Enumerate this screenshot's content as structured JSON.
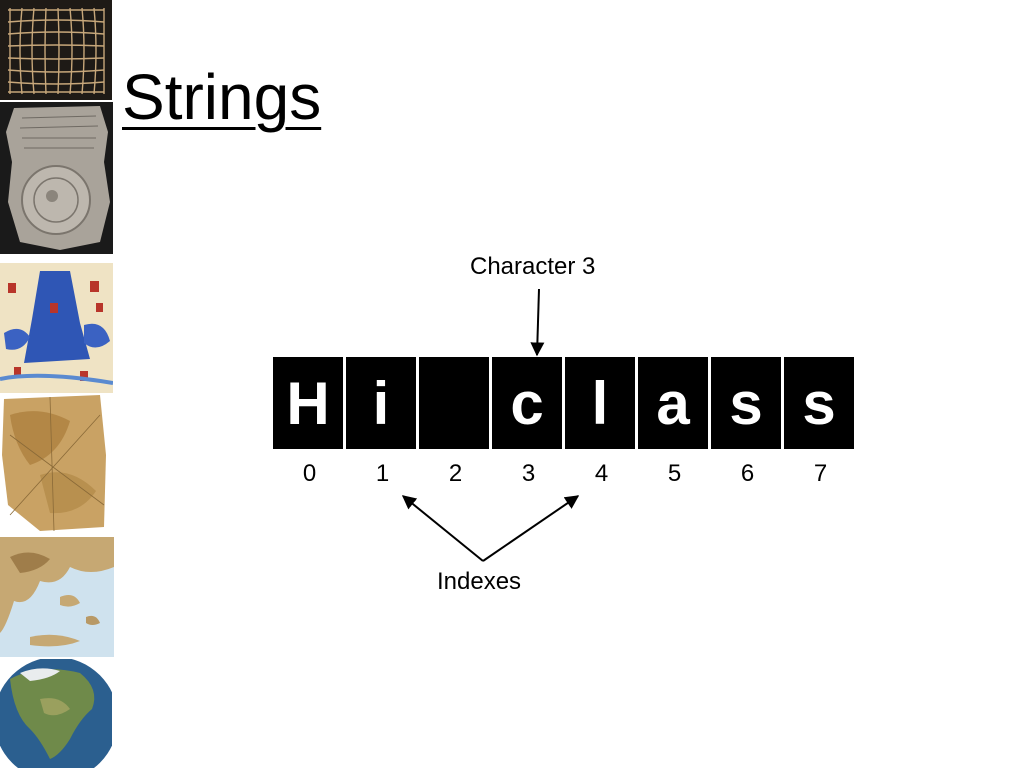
{
  "slide": {
    "title": "Strings"
  },
  "diagram": {
    "characters": [
      "H",
      "i",
      " ",
      "c",
      "l",
      "a",
      "s",
      "s"
    ],
    "indices": [
      "0",
      "1",
      "2",
      "3",
      "4",
      "5",
      "6",
      "7"
    ],
    "character_label": "Character 3",
    "indexes_label": "Indexes"
  },
  "sidebar": {
    "images": [
      "grid-map",
      "clay-tablet-map",
      "illustrated-world-map",
      "parchment-map",
      "greece-topographic-map",
      "north-america-globe"
    ]
  }
}
